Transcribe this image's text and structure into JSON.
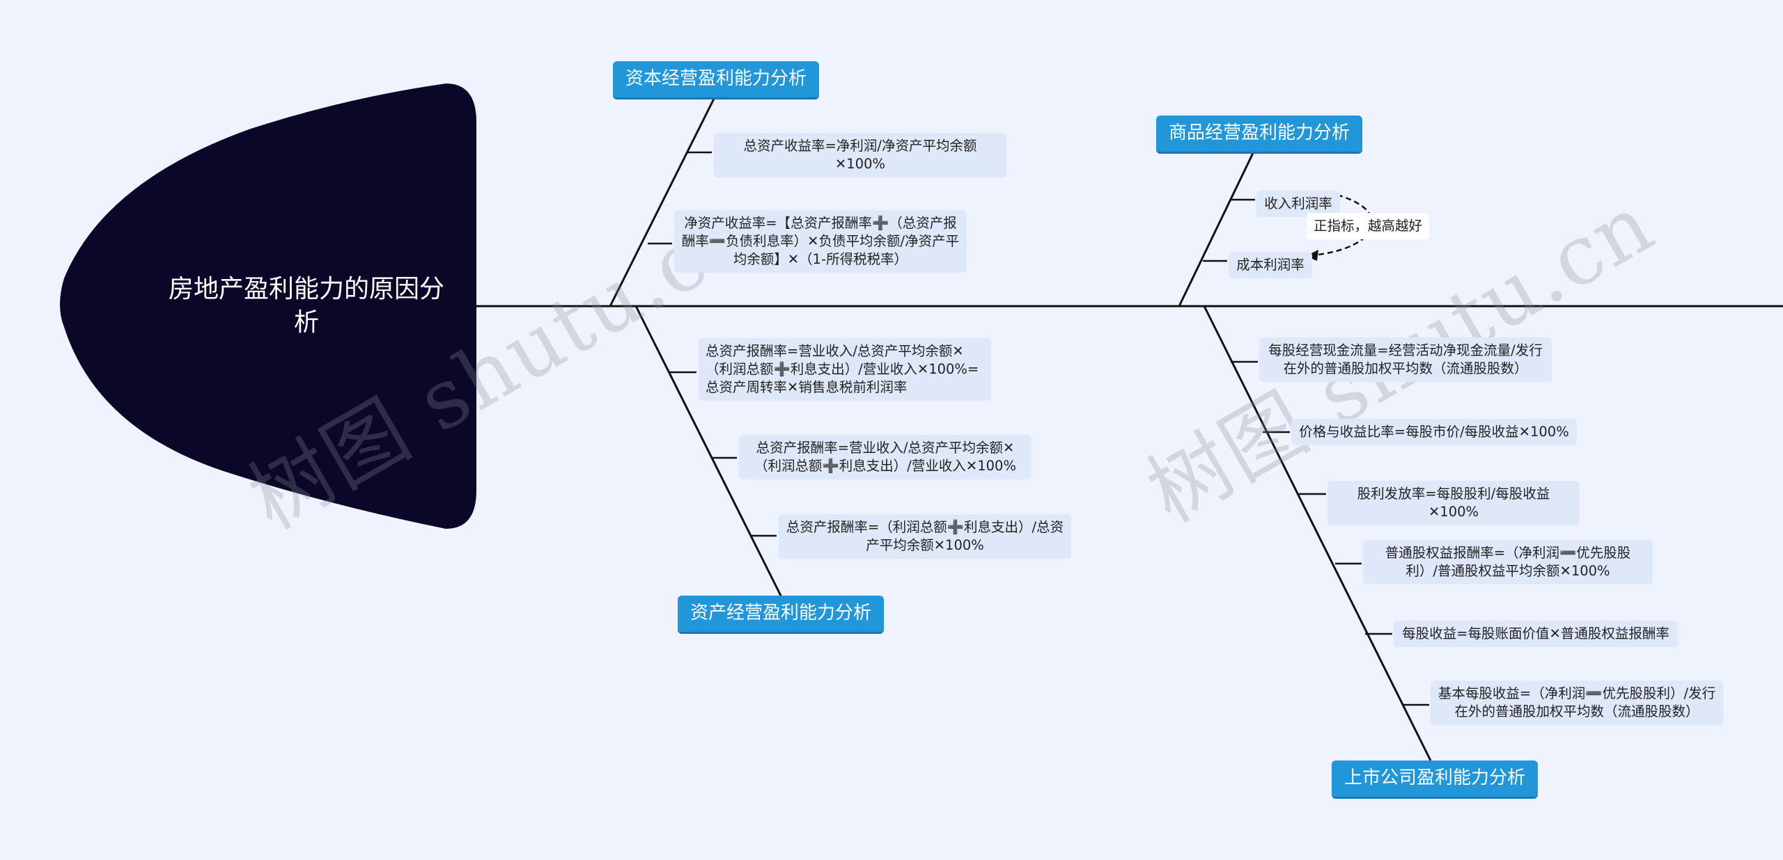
{
  "central_topic": "房地产盈利能力的原因分析",
  "watermark": "树图 shutu.cn",
  "categories": {
    "capital": {
      "label": "资本经营盈利能力分析",
      "items": [
        "总资产收益率=净利润/净资产平均余额✕100%",
        "净资产收益率=【总资产报酬率➕（总资产报酬率➖负债利息率）✕负债平均余额/净资产平均余额】✕（1-所得税税率）"
      ]
    },
    "assets": {
      "label": "资产经营盈利能力分析",
      "items": [
        "总资产报酬率=营业收入/总资产平均余额✕（利润总额➕利息支出）/营业收入✕100%=总资产周转率✕销售息税前利润率",
        "总资产报酬率=营业收入/总资产平均余额✕（利润总额➕利息支出）/营业收入✕100%",
        "总资产报酬率=（利润总额➕利息支出）/总资产平均余额✕100%"
      ]
    },
    "goods": {
      "label": "商品经营盈利能力分析",
      "items": [
        "收入利润率",
        "成本利润率"
      ],
      "note": "正指标，越高越好"
    },
    "listed": {
      "label": "上市公司盈利能力分析",
      "items": [
        "每股经营现金流量=经营活动净现金流量/发行在外的普通股加权平均数（流通股股数）",
        "价格与收益比率=每股市价/每股收益✕100%",
        "股利发放率=每股股利/每股收益✕100%",
        "普通股权益报酬率=（净利润➖优先股股利）/普通股权益平均余额✕100%",
        "每股收益=每股账面价值✕普通股权益报酬率",
        "基本每股收益=（净利润➖优先股股利）/发行在外的普通股加权平均数（流通股股数）"
      ]
    }
  },
  "colors": {
    "background": "#eef3fd",
    "head": "#0b0729",
    "category": "#2196d8",
    "leaf": "#dfe8f9",
    "line": "#111111"
  }
}
